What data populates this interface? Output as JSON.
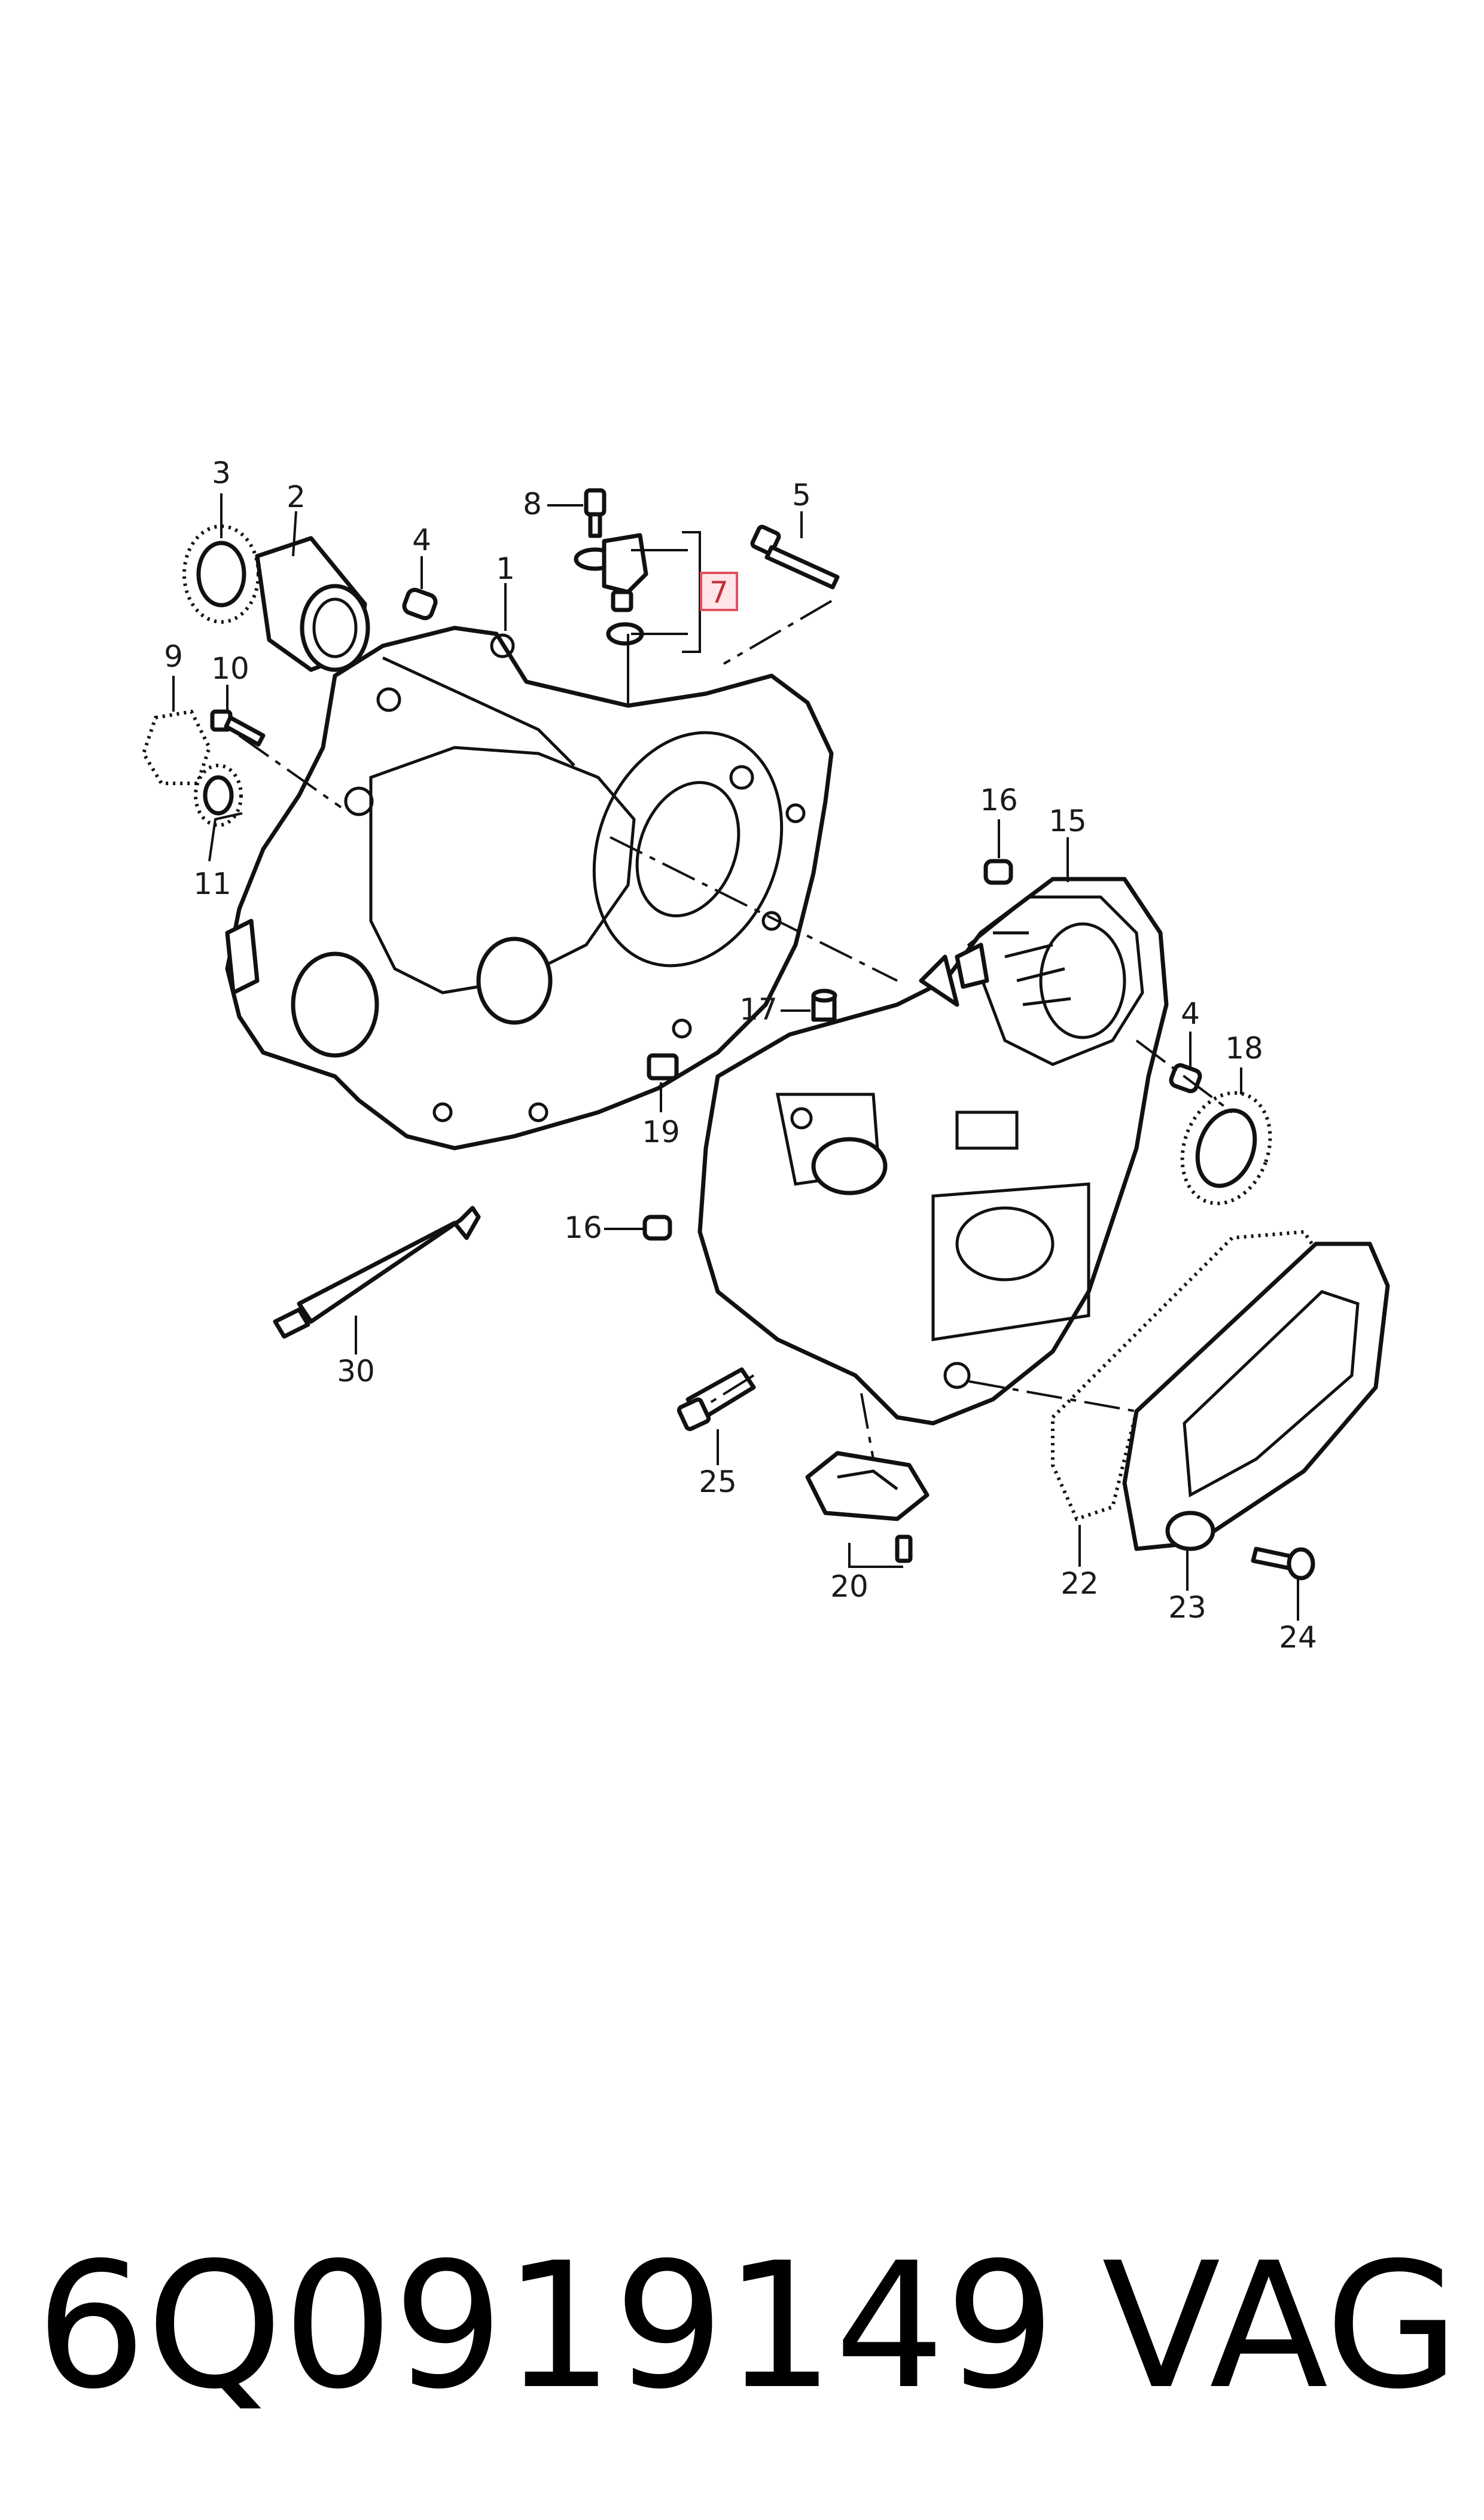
{
  "diagram": {
    "callouts": [
      {
        "id": "c1",
        "label": "1"
      },
      {
        "id": "c2",
        "label": "2"
      },
      {
        "id": "c3",
        "label": "3"
      },
      {
        "id": "c4a",
        "label": "4"
      },
      {
        "id": "c4b",
        "label": "4"
      },
      {
        "id": "c5",
        "label": "5"
      },
      {
        "id": "c7",
        "label": "7",
        "highlighted": true
      },
      {
        "id": "c8",
        "label": "8"
      },
      {
        "id": "c9",
        "label": "9"
      },
      {
        "id": "c10",
        "label": "10"
      },
      {
        "id": "c11",
        "label": "11"
      },
      {
        "id": "c15",
        "label": "15"
      },
      {
        "id": "c16a",
        "label": "16"
      },
      {
        "id": "c16b",
        "label": "16"
      },
      {
        "id": "c17",
        "label": "17"
      },
      {
        "id": "c18",
        "label": "18"
      },
      {
        "id": "c19",
        "label": "19"
      },
      {
        "id": "c20",
        "label": "20"
      },
      {
        "id": "c22",
        "label": "22"
      },
      {
        "id": "c23",
        "label": "23"
      },
      {
        "id": "c24",
        "label": "24"
      },
      {
        "id": "c25",
        "label": "25"
      },
      {
        "id": "c30",
        "label": "30"
      }
    ],
    "highlight_color": "#e05060"
  },
  "footer": {
    "part_number": "6Q0919149",
    "brand": "VAG"
  }
}
